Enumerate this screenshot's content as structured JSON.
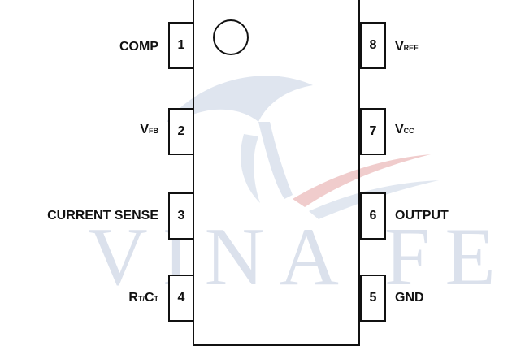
{
  "diagram": {
    "watermark_text": "VINA FE",
    "colors": {
      "outline": "#111111",
      "watermark_blue": "#c9d3e4",
      "watermark_red": "#e9b7b7"
    },
    "left_pins": [
      {
        "number": "1",
        "main": "COMP",
        "sub": ""
      },
      {
        "number": "2",
        "main": "V",
        "sub": "FB"
      },
      {
        "number": "3",
        "main": "CURRENT SENSE",
        "sub": ""
      },
      {
        "number": "4",
        "main": "R",
        "sub": "T/",
        "main2": "C",
        "sub2": "T"
      }
    ],
    "right_pins": [
      {
        "number": "8",
        "main": "V",
        "sub": "REF"
      },
      {
        "number": "7",
        "main": "V",
        "sub": "CC"
      },
      {
        "number": "6",
        "main": "OUTPUT",
        "sub": ""
      },
      {
        "number": "5",
        "main": "GND",
        "sub": ""
      }
    ]
  }
}
